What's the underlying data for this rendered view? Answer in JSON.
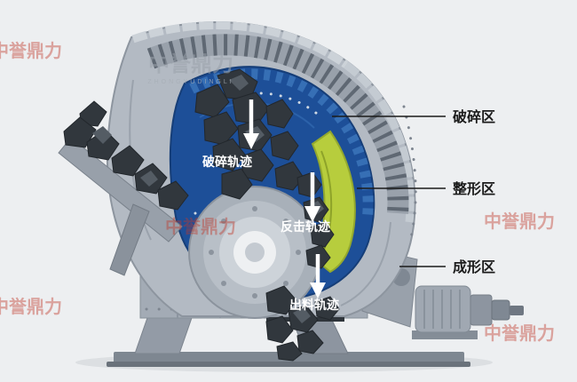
{
  "zones": {
    "crushing": "破碎区",
    "shaping": "整形区",
    "forming": "成形区"
  },
  "trajectories": {
    "crushing": "破碎轨迹",
    "impact": "反击轨迹",
    "discharge": "出料轨迹"
  },
  "watermark": {
    "brand": "中誉鼎力",
    "sub": "ZHONGYUDINGLI"
  },
  "colors": {
    "background": "#edeff1",
    "housing_gray": "#b3bac3",
    "chamber_blue": "#1d4f98",
    "liner_green": "#b7cd3d",
    "label_text": "#1b1b1b",
    "watermark_red": "#c0392b",
    "arrow_white": "#ffffff"
  }
}
